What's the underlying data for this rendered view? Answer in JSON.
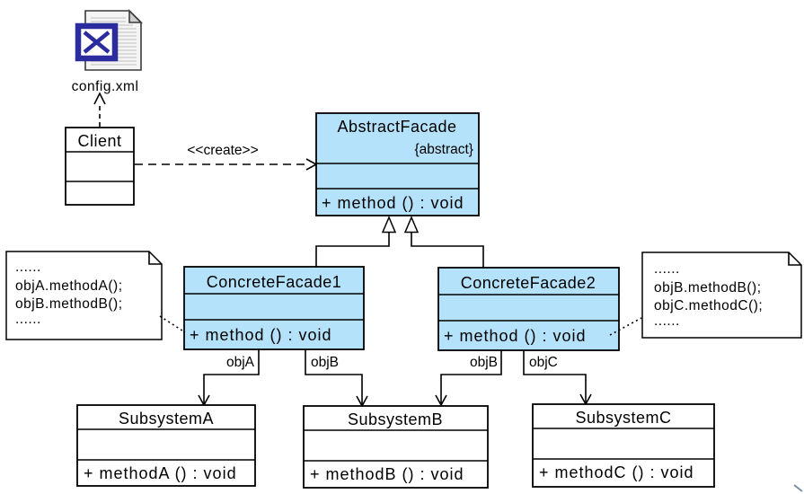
{
  "icon": {
    "label": "config.xml"
  },
  "classes": {
    "client": {
      "title": "Client"
    },
    "abstractFacade": {
      "title": "AbstractFacade",
      "stereotype": "{abstract}",
      "method": "+ method () : void"
    },
    "concreteFacade1": {
      "title": "ConcreteFacade1",
      "method": "+ method () : void"
    },
    "concreteFacade2": {
      "title": "ConcreteFacade2",
      "method": "+ method () : void"
    },
    "subsystemA": {
      "title": "SubsystemA",
      "method": "+ methodA () : void"
    },
    "subsystemB": {
      "title": "SubsystemB",
      "method": "+ methodB () : void"
    },
    "subsystemC": {
      "title": "SubsystemC",
      "method": "+ methodC () : void"
    }
  },
  "notes": {
    "left": {
      "line1": "......",
      "line2": "objA.methodA();",
      "line3": "objB.methodB();",
      "line4": "......"
    },
    "right": {
      "line1": "......",
      "line2": "objB.methodB();",
      "line3": "objC.methodC();",
      "line4": "......"
    }
  },
  "labels": {
    "create": "<<create>>",
    "objA": "objA",
    "objB1": "objB",
    "objB2": "objB",
    "objC": "objC"
  },
  "colors": {
    "classFill": "#B5E2FB",
    "iconBlue": "#2B2D9E"
  }
}
